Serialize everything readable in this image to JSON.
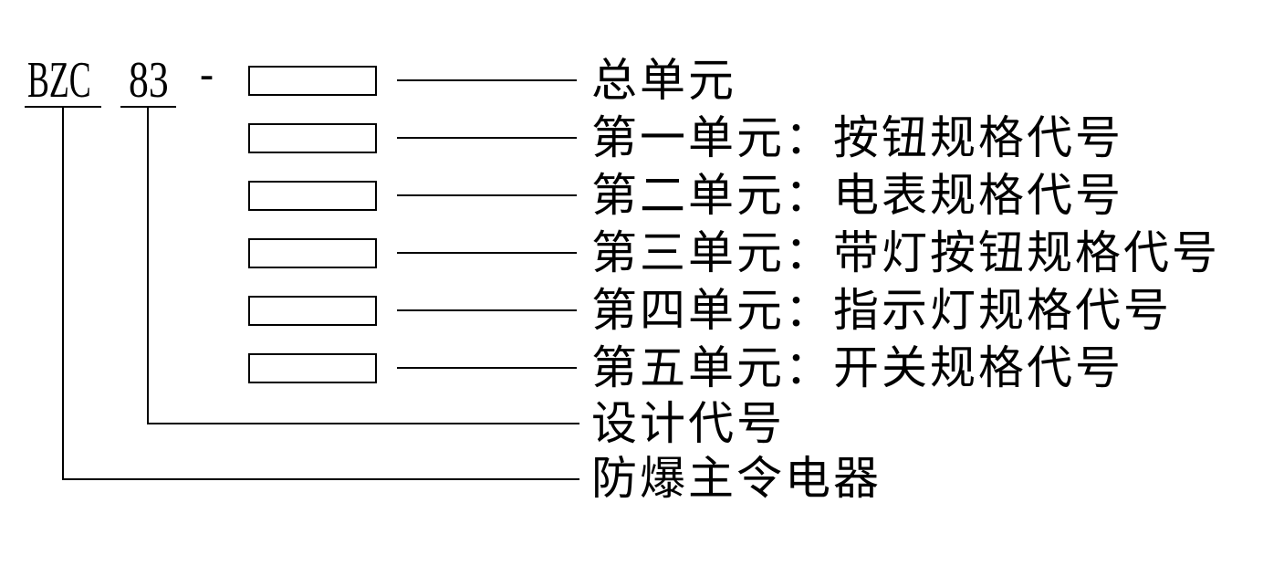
{
  "header": {
    "series_code": "BZC",
    "design_code": "83",
    "separator": "-"
  },
  "units": {
    "rows": [
      {
        "label": "总单元"
      },
      {
        "label": "第一单元：按钮规格代号"
      },
      {
        "label": "第二单元：电表规格代号"
      },
      {
        "label": "第三单元：带灯按钮规格代号"
      },
      {
        "label": "第四单元：指示灯规格代号"
      },
      {
        "label": "第五单元：开关规格代号"
      }
    ]
  },
  "footer": {
    "design_code_label": "设计代号",
    "product_type_label": "防爆主令电器"
  },
  "colors": {
    "ink": "#000000",
    "background": "#ffffff"
  }
}
